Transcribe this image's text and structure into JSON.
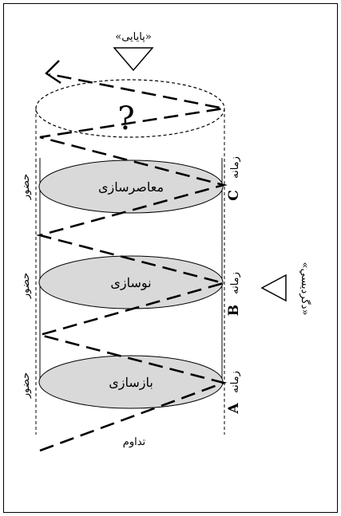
{
  "top_label": "«پایایی»",
  "question_mark": "?",
  "side_label": "«دگرديسي»",
  "bottom_label": "تداوم",
  "stages": [
    {
      "name": "معاصرسازی",
      "era": "زمانه",
      "letter": "C",
      "presence": "حضور"
    },
    {
      "name": "نوسازی",
      "era": "زمانه",
      "letter": "B",
      "presence": "حضور"
    },
    {
      "name": "بازسازی",
      "era": "زمانه",
      "letter": "A",
      "presence": "حضور"
    }
  ],
  "colors": {
    "ellipse_fill": "#d9d9d9",
    "stroke": "#000000",
    "background": "#ffffff"
  }
}
